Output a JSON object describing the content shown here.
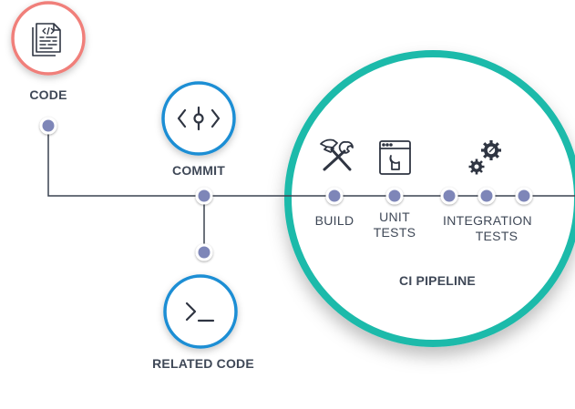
{
  "nodes": {
    "code": {
      "label": "CODE",
      "icon": "code-document-icon"
    },
    "commit": {
      "label": "COMMIT",
      "icon": "commit-icon"
    },
    "related_code": {
      "label": "RELATED CODE",
      "icon": "terminal-icon"
    }
  },
  "pipeline": {
    "title": "CI PIPELINE",
    "stages": {
      "build": {
        "label": "BUILD",
        "icon": "hammer-wrench-icon"
      },
      "unit_tests": {
        "line1": "UNIT",
        "line2": "TESTS",
        "icon": "window-wrench-icon"
      },
      "integration_tests": {
        "line1": "INTEGRATION",
        "line2": "TESTS",
        "icon": "gears-icon"
      }
    }
  },
  "colors": {
    "line": "#3a4250",
    "dot_fill": "#7e86b8",
    "node_border": "#1f8ed4",
    "code_border": "#f07f7a",
    "pipeline_border": "#1fbaaa",
    "text": "#3f4857",
    "icon": "#2f3542"
  }
}
